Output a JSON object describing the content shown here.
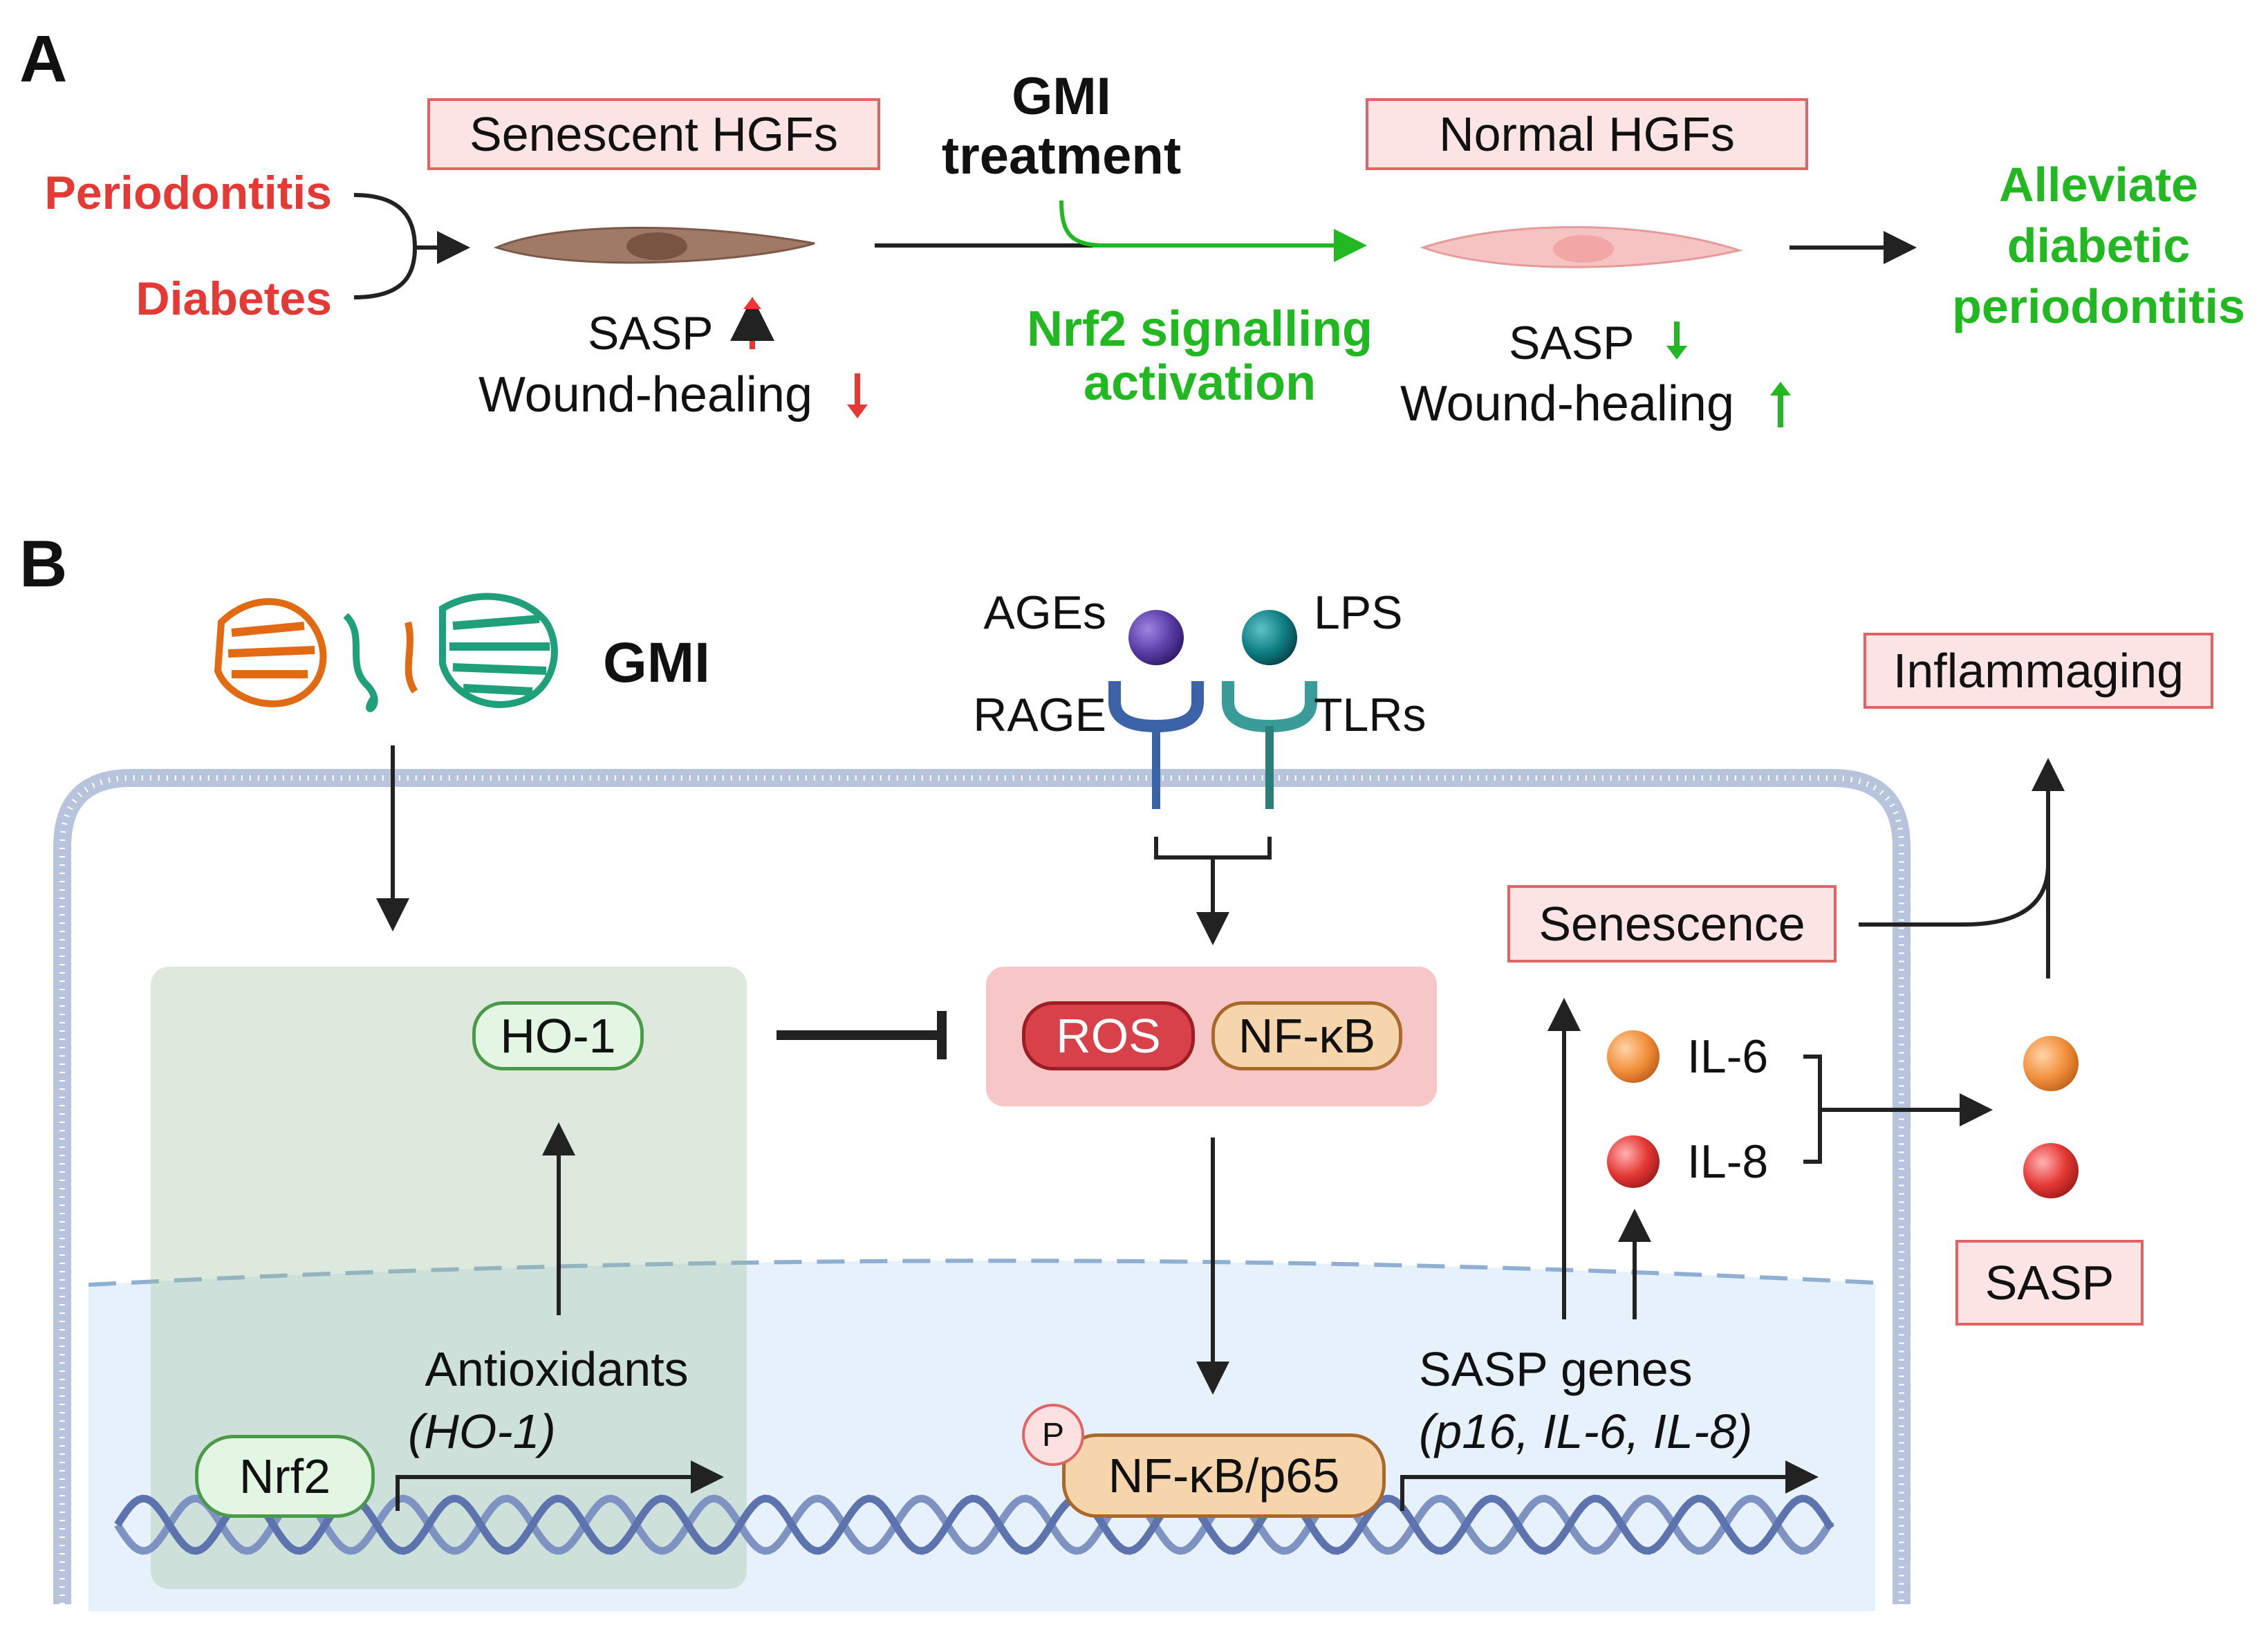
{
  "panel_a": {
    "letter": "A",
    "inputs": [
      "Periodontitis",
      "Diabetes"
    ],
    "senescent_box": "Senescent HGFs",
    "senescent_sasp": "SASP",
    "senescent_wound": "Wound-healing",
    "treatment_line1": "GMI",
    "treatment_line2": "treatment",
    "activation_line1": "Nrf2 signalling",
    "activation_line2": "activation",
    "normal_box": "Normal HGFs",
    "normal_sasp": "SASP",
    "normal_wound": "Wound-healing",
    "outcome": [
      "Alleviate",
      "diabetic",
      "periodontitis"
    ]
  },
  "panel_b": {
    "letter": "B",
    "gmi_label": "GMI",
    "ages": "AGEs",
    "rage": "RAGE",
    "lps": "LPS",
    "tlrs": "TLRs",
    "inflammaging": "Inflammaging",
    "senescence": "Senescence",
    "ho1": "HO-1",
    "ros": "ROS",
    "nfkb": "NF-κB",
    "il6": "IL-6",
    "il8": "IL-8",
    "sasp": "SASP",
    "antioxidants": "Antioxidants",
    "antioxidants_gene": "(HO-1)",
    "nrf2": "Nrf2",
    "phospho": "P",
    "nfkb_p65": "NF-κB/p65",
    "sasp_genes": "SASP genes",
    "sasp_genes_list": "(p16, IL-6, IL-8)"
  },
  "colors": {
    "red_text": "#e53935",
    "green_text": "#22b822",
    "box_fill": "#fce4e4",
    "box_border": "#e06464",
    "ros_fill": "#d9414a",
    "nfkb_fill": "#f6d5ad",
    "ho1_fill": "#e3f5e3",
    "il6_ball": "#f2913d",
    "il8_ball": "#e53935",
    "ages_ball": "#5b3ea8",
    "lps_ball": "#0f7f85",
    "dna": "#7f93c3"
  }
}
